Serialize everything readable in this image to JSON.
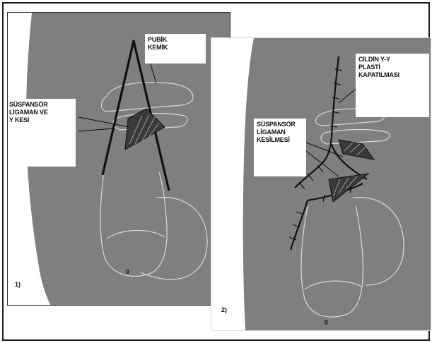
{
  "colors": {
    "background": "#ffffff",
    "panel": "#7f7f7f",
    "skin_left": "#ffffff",
    "outline": "#d9d9d9",
    "ink": "#1a1a1a",
    "label_bg": "#ffffff"
  },
  "panel1": {
    "number": "1)",
    "glans_mark": "0",
    "labels": {
      "pubic_bone": "PUBİK\nKEMİK",
      "ligament": "SÜSPANSÖR\nLİGAMAN VE\nY KESİ"
    }
  },
  "panel2": {
    "number": "2)",
    "glans_mark": "0",
    "labels": {
      "closure": "CİLDİN Y-Y\nPLASTİ\nKAPATILMASI",
      "ligament_cut": "SÜSPANSÖR\nLİGAMAN\nKESİLMESİ"
    }
  }
}
